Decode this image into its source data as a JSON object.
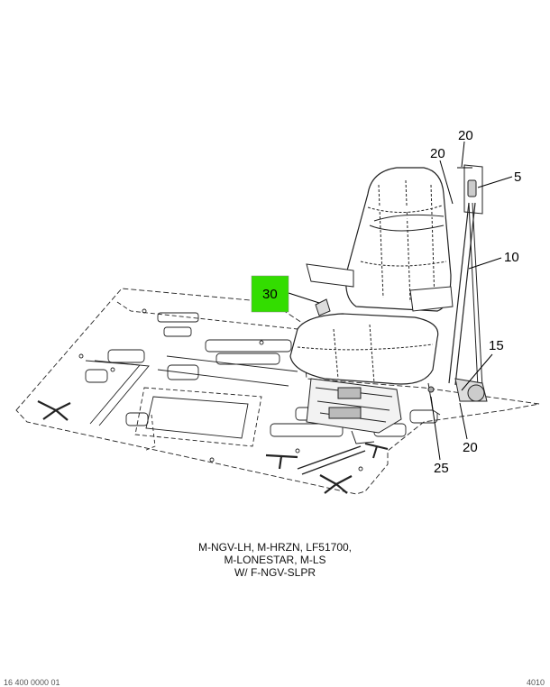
{
  "callouts": [
    {
      "label": "20",
      "highlighted": false
    },
    {
      "label": "20",
      "highlighted": false
    },
    {
      "label": "5",
      "highlighted": false
    },
    {
      "label": "10",
      "highlighted": false
    },
    {
      "label": "30",
      "highlighted": true
    },
    {
      "label": "15",
      "highlighted": false
    },
    {
      "label": "20",
      "highlighted": false
    },
    {
      "label": "25",
      "highlighted": false
    }
  ],
  "highlight_color": "#33dd00",
  "caption": {
    "line1": "M-NGV-LH, M-HRZN, LF51700,",
    "line2": "M-LONESTAR, M-LS",
    "line3": "W/ F-NGV-SLPR"
  },
  "footer": {
    "left": "16 400 0000 01",
    "right": "4010"
  }
}
